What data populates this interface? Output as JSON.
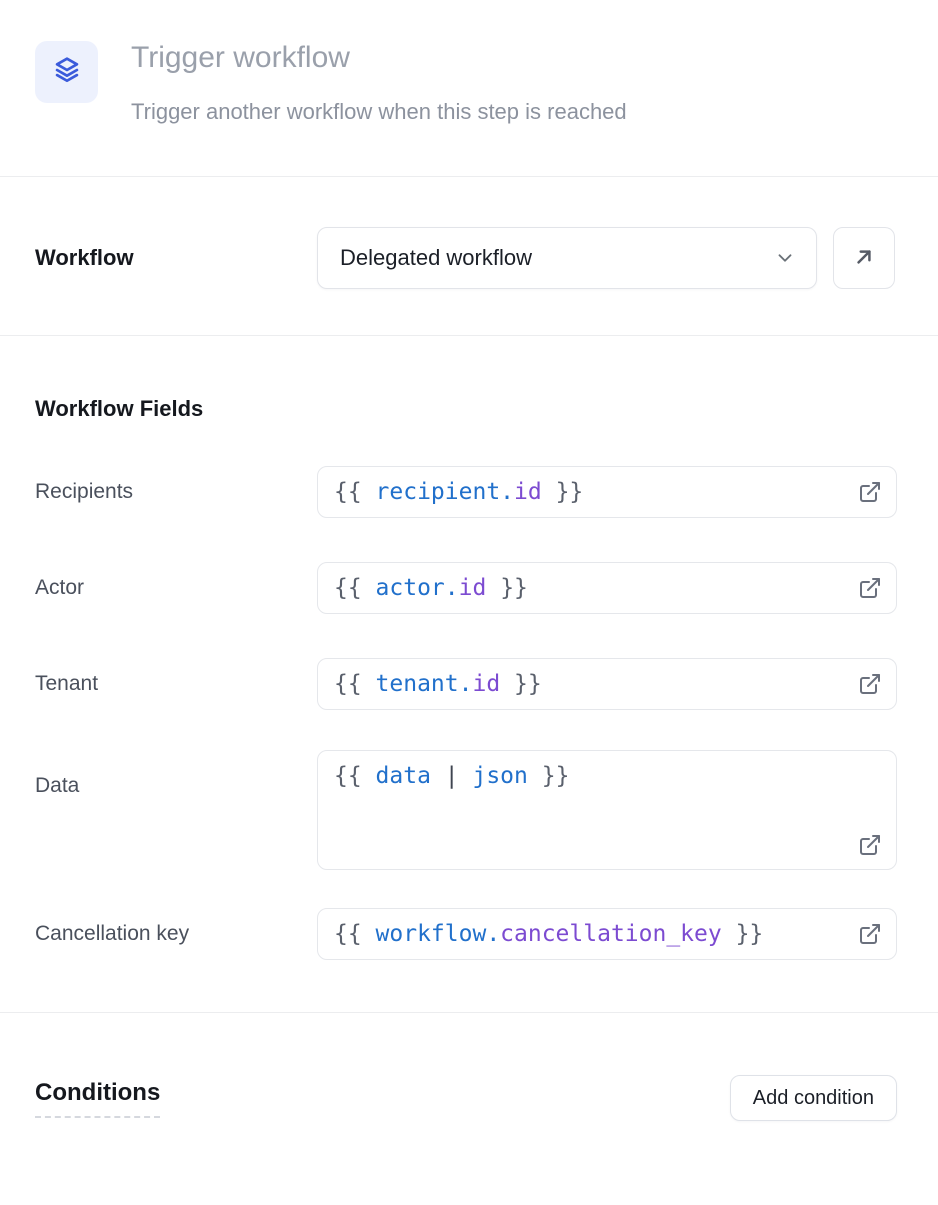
{
  "header": {
    "title": "Trigger workflow",
    "subtitle": "Trigger another workflow when this step is reached",
    "icon": "layers-icon"
  },
  "workflow": {
    "label": "Workflow",
    "selected_option": "Delegated workflow"
  },
  "workflow_fields": {
    "heading": "Workflow Fields",
    "fields": [
      {
        "label": "Recipients",
        "value": "{{ recipient.id }}",
        "tokens": [
          {
            "text": "{{ ",
            "cls": "tok t-gray"
          },
          {
            "text": "recipient.",
            "cls": "tok t-blue"
          },
          {
            "text": "id",
            "cls": "tok t-purple"
          },
          {
            "text": " }}",
            "cls": "tok t-gray"
          }
        ]
      },
      {
        "label": "Actor",
        "value": "{{ actor.id }}",
        "tokens": [
          {
            "text": "{{ ",
            "cls": "tok t-gray"
          },
          {
            "text": "actor.",
            "cls": "tok t-blue"
          },
          {
            "text": "id",
            "cls": "tok t-purple"
          },
          {
            "text": " }}",
            "cls": "tok t-gray"
          }
        ]
      },
      {
        "label": "Tenant",
        "value": "{{ tenant.id }}",
        "tokens": [
          {
            "text": "{{ ",
            "cls": "tok t-gray"
          },
          {
            "text": "tenant.",
            "cls": "tok t-blue"
          },
          {
            "text": "id",
            "cls": "tok t-purple"
          },
          {
            "text": " }}",
            "cls": "tok t-gray"
          }
        ]
      },
      {
        "label": "Data",
        "value": "{{ data | json }}",
        "tokens": [
          {
            "text": "{{ ",
            "cls": "tok t-gray"
          },
          {
            "text": "data",
            "cls": "tok t-blue"
          },
          {
            "text": " | ",
            "cls": "tok t-dark"
          },
          {
            "text": "json",
            "cls": "tok t-blue"
          },
          {
            "text": " }}",
            "cls": "tok t-gray"
          }
        ]
      },
      {
        "label": "Cancellation key",
        "value": "{{ workflow.cancellation_key }}",
        "tokens": [
          {
            "text": "{{ ",
            "cls": "tok t-gray"
          },
          {
            "text": "workflow.",
            "cls": "tok t-blue"
          },
          {
            "text": "cancellation_key",
            "cls": "tok t-purple"
          },
          {
            "text": " }}",
            "cls": "tok t-gray"
          }
        ]
      }
    ]
  },
  "conditions": {
    "heading": "Conditions",
    "add_button": "Add condition"
  },
  "colors": {
    "accent_blue": "#3B5BDB",
    "icon_bg": "#EDF1FD",
    "code_blue": "#2170CB",
    "code_purple": "#7C4BD1",
    "code_gray": "#5A606C",
    "divider": "#ECEDEF"
  }
}
